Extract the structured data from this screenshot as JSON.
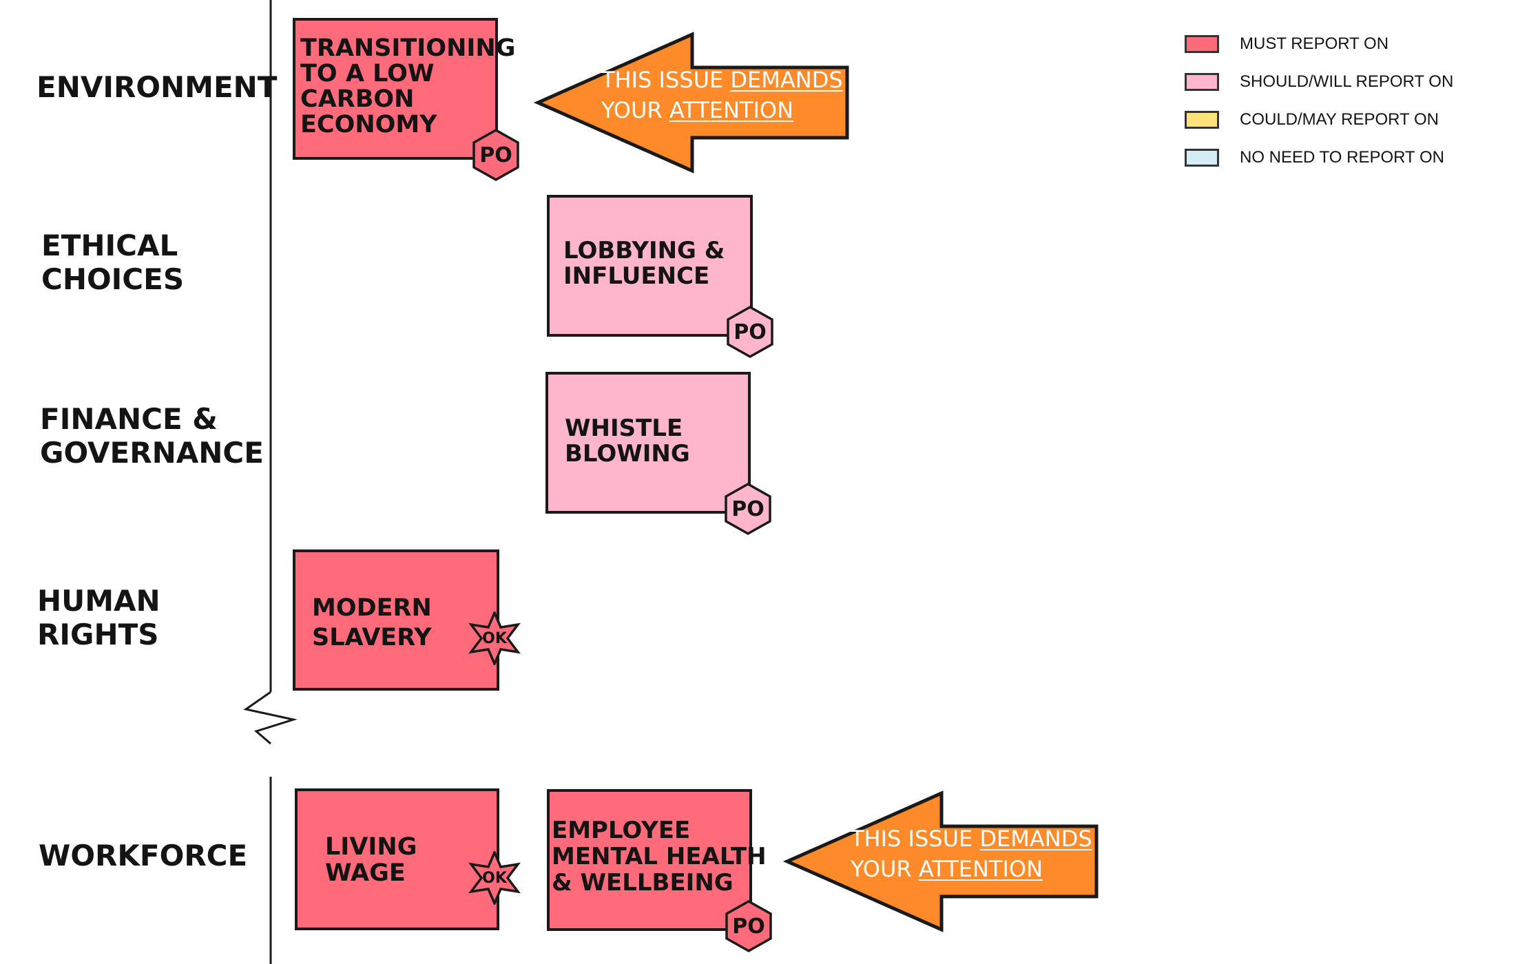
{
  "categories": [
    {
      "id": "environment",
      "label": "ENVIRONMENT"
    },
    {
      "id": "ethical",
      "label": "ETHICAL\nCHOICES"
    },
    {
      "id": "finance",
      "label": "FINANCE &\nGOVERNANCE"
    },
    {
      "id": "human-rights",
      "label": "HUMAN\nRIGHTS"
    },
    {
      "id": "workforce",
      "label": "WORKFORCE"
    }
  ],
  "issues": [
    {
      "id": "low-carbon",
      "label": "TRANSITIONING\nTO A LOW\nCARBON\nECONOMY",
      "level": "MUST REPORT ON",
      "badge": "PO"
    },
    {
      "id": "lobbying",
      "label": "LOBBYING &\nINFLUENCE",
      "level": "SHOULD/WILL REPORT ON",
      "badge": "PO"
    },
    {
      "id": "whistle",
      "label": "WHISTLE\nBLOWING",
      "level": "SHOULD/WILL REPORT ON",
      "badge": "PO"
    },
    {
      "id": "modern-slavery",
      "label": "MODERN\nSLAVERY",
      "level": "MUST REPORT ON",
      "badge": "OK"
    },
    {
      "id": "living-wage",
      "label": "LIVING\nWAGE",
      "level": "MUST REPORT ON",
      "badge": "OK"
    },
    {
      "id": "mental-health",
      "label": "EMPLOYEE\nMENTAL HEALTH\n& WELLBEING",
      "level": "MUST REPORT ON",
      "badge": "PO"
    }
  ],
  "callouts": [
    {
      "id": "env",
      "line1_prefix": "THIS ISSUE ",
      "line1_underlined": "DEMANDS",
      "line2_prefix": "YOUR ",
      "line2_underlined": "ATTENTION"
    },
    {
      "id": "workforce",
      "line1_prefix": "THIS ISSUE ",
      "line1_underlined": "DEMANDS",
      "line2_prefix": "YOUR ",
      "line2_underlined": "ATTENTION"
    }
  ],
  "legend": [
    {
      "label": "MUST REPORT ON",
      "color": "#FF6B7A"
    },
    {
      "label": "SHOULD/WILL REPORT ON",
      "color": "#FFB6CC"
    },
    {
      "label": "COULD/MAY REPORT ON",
      "color": "#FFE27A"
    },
    {
      "label": "NO NEED TO REPORT ON",
      "color": "#D3ECF5"
    }
  ],
  "colors": {
    "must": "#FF6B7A",
    "should": "#FFB6CC",
    "could": "#FFE27A",
    "no_need": "#D3ECF5",
    "callout": "#FF8A2A"
  }
}
